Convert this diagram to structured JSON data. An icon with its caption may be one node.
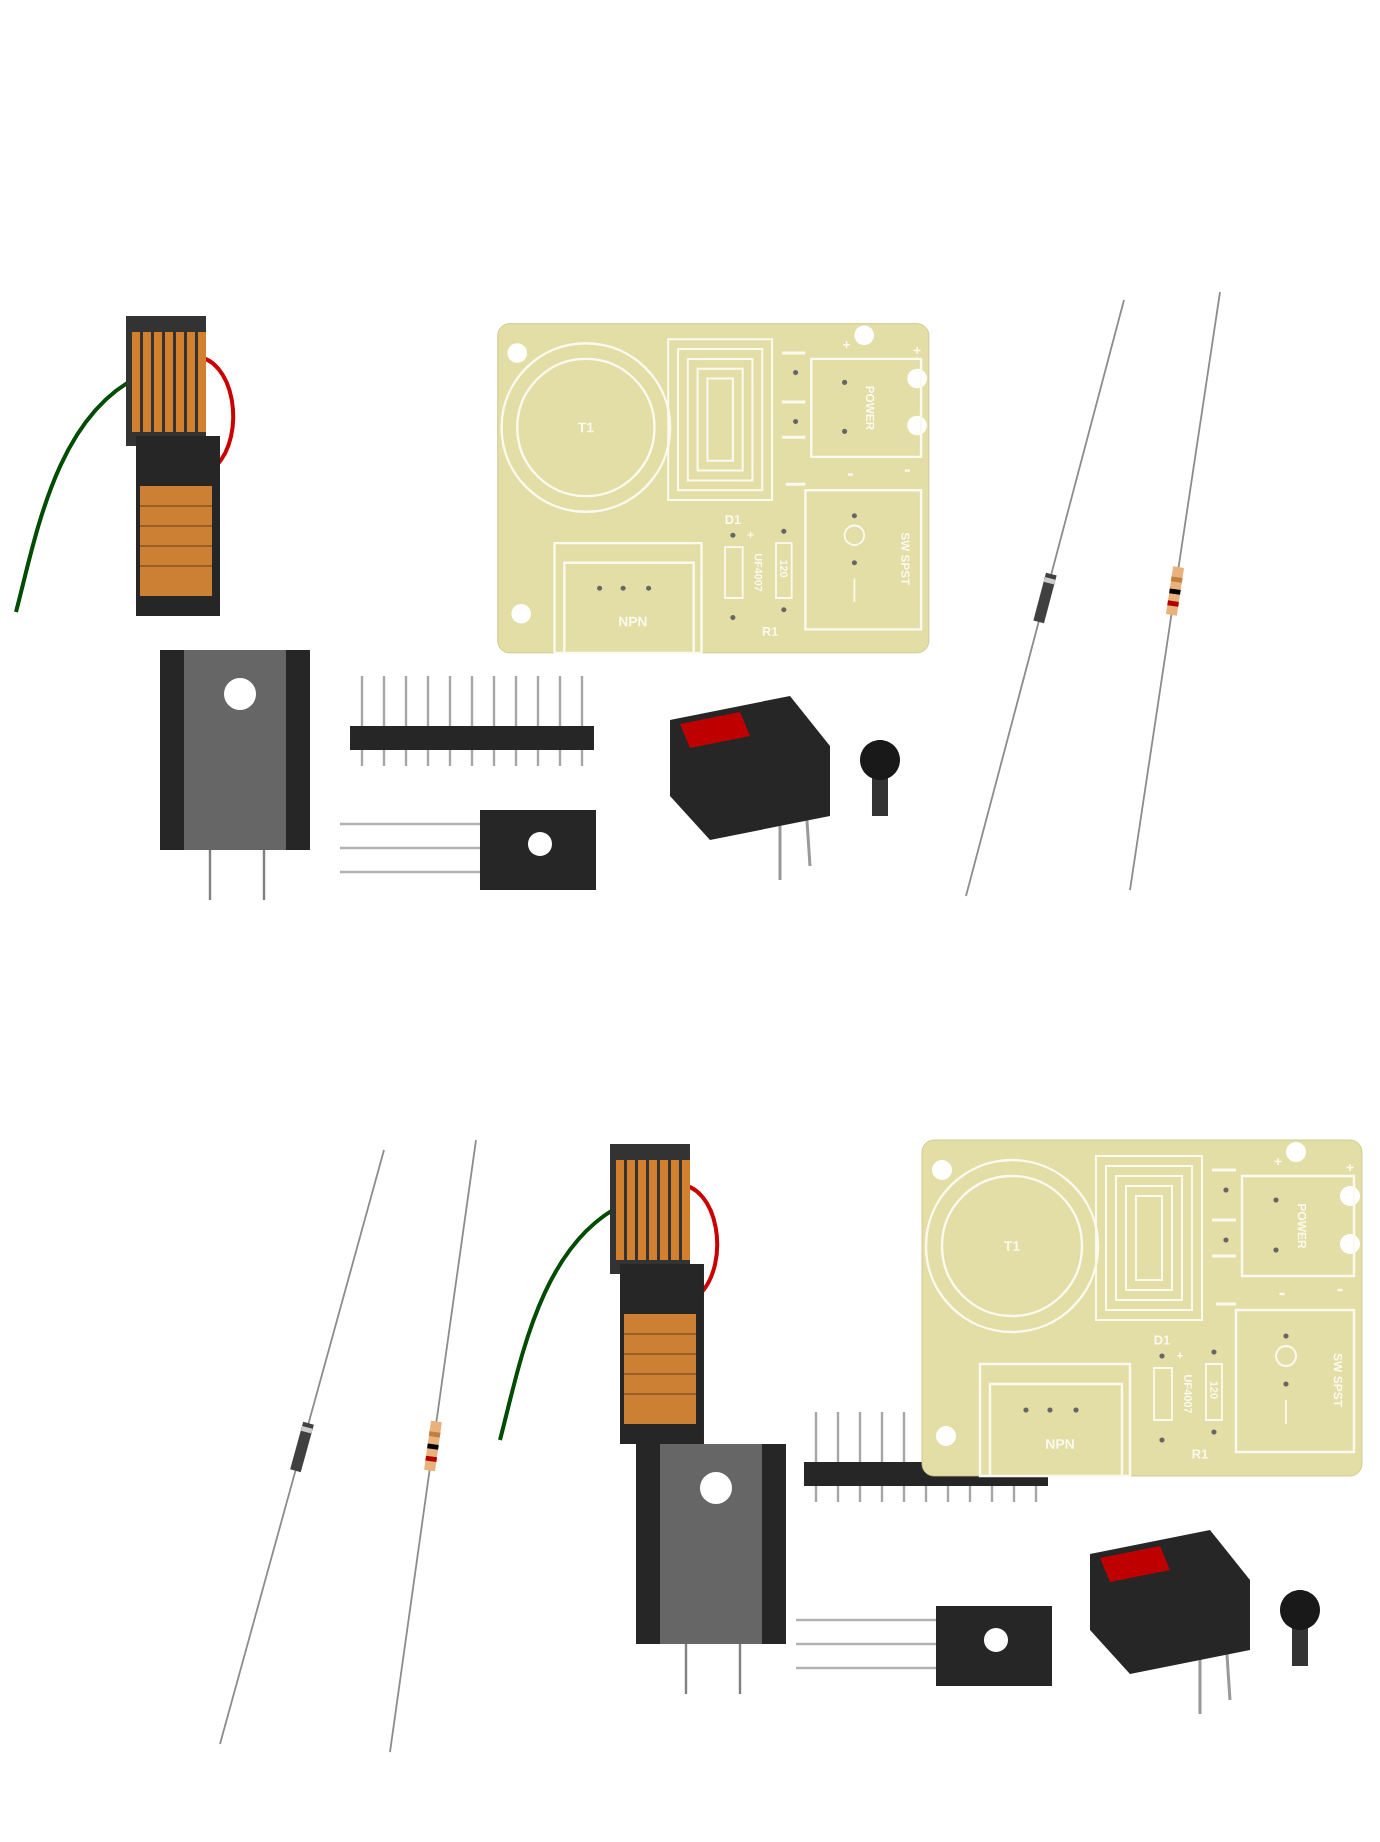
{
  "diagram": {
    "labels": [
      "T1",
      "POWER",
      "+",
      "+",
      "-",
      "-",
      "D1",
      "UF4007",
      "+",
      "120",
      "R1",
      "NPN",
      "SW SPST",
      "T1",
      "POWER",
      "+",
      "+",
      "-",
      "-",
      "D1",
      "UF4007",
      "+",
      "120",
      "R1",
      "NPN",
      "SW SPST"
    ]
  }
}
